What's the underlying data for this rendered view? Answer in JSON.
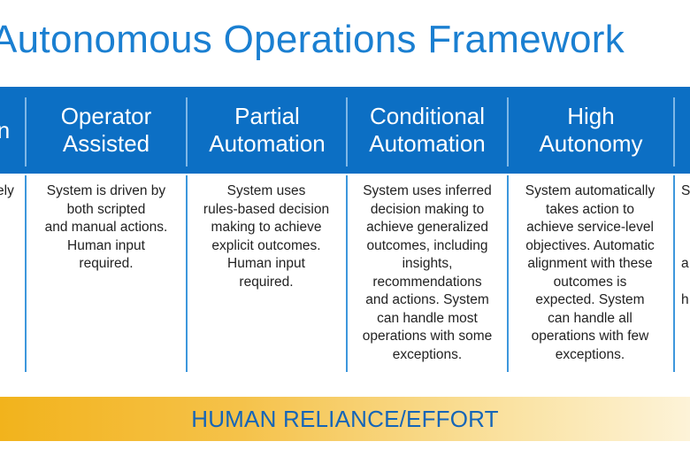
{
  "title": "Autonomous Operations Framework",
  "columns": [
    {
      "heading": "n",
      "description": "ely"
    },
    {
      "heading": "Operator\nAssisted",
      "description": "System is driven by\nboth scripted\nand manual actions.\nHuman input\nrequired."
    },
    {
      "heading": "Partial\nAutomation",
      "description": "System uses\nrules-based decision\nmaking to achieve\nexplicit outcomes.\nHuman input\nrequired."
    },
    {
      "heading": "Conditional\nAutomation",
      "description": "System uses inferred\ndecision making to\nachieve generalized\noutcomes, including\ninsights,\nrecommendations\nand actions. System\ncan handle most\noperations with some\nexceptions."
    },
    {
      "heading": "High\nAutonomy",
      "description": "System automatically\ntakes action to\nachieve service-level\nobjectives. Automatic\nalignment with these\noutcomes is\nexpected. System\ncan handle all\noperations with few\nexceptions."
    },
    {
      "heading": "",
      "description": "S\n\n\n\na\n\nh"
    }
  ],
  "effort_label": "HUMAN RELIANCE/EFFORT",
  "colors": {
    "title": "#1a7fd1",
    "header_bar": "#0c6fc4",
    "effort_text": "#1565b8",
    "effort_gradient_start": "#f2b31c",
    "effort_gradient_end": "#fdf3d8"
  }
}
